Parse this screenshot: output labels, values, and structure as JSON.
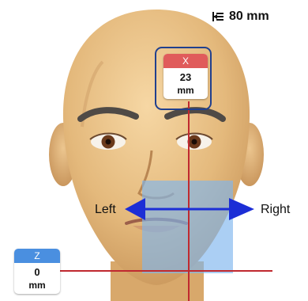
{
  "face_width": {
    "icon": "width-measure-icon",
    "value": "80 mm"
  },
  "x_control": {
    "label": "X",
    "value": "23",
    "unit": "mm",
    "accent": "#e05b5b"
  },
  "z_control": {
    "label": "Z",
    "value": "0",
    "unit": "mm",
    "accent": "#4a8fe0"
  },
  "direction": {
    "left": "Left",
    "right": "Right",
    "arrow_color": "#1c2ed6"
  },
  "guide_line_color": "#c0292f",
  "selection_region_color": "#7eb6ee"
}
